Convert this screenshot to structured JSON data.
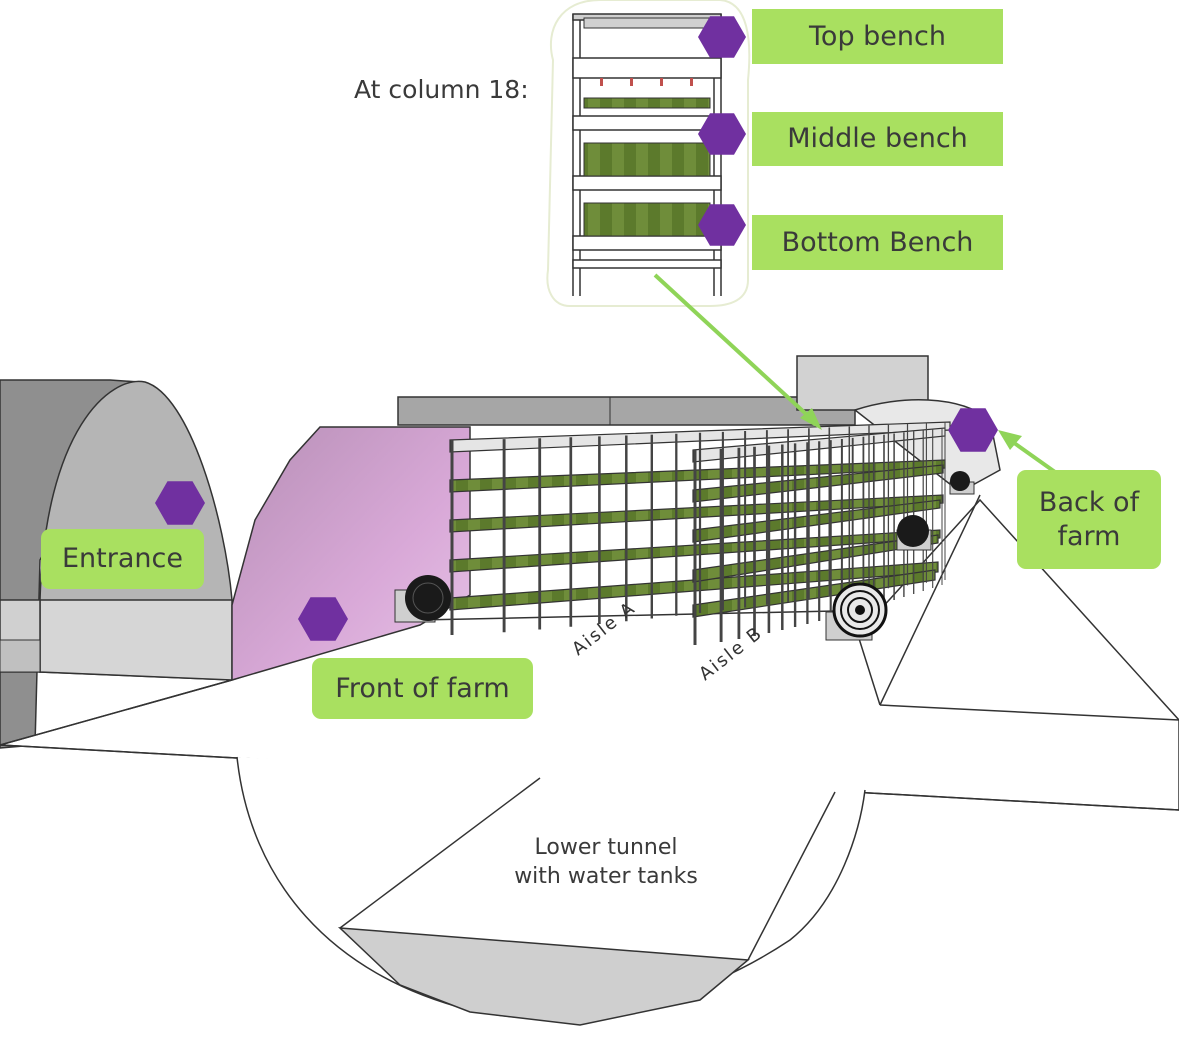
{
  "colors": {
    "label_bg": "#a9e060",
    "marker": "#7030a0",
    "tunnel_gray": "#c8c8c8",
    "front_wall": "#c79ac6",
    "bench_green": "#5f7f2f",
    "leader_line": "#8fd458"
  },
  "rack_inset": {
    "caption": "At column 18:",
    "benches": [
      {
        "label": "Top bench"
      },
      {
        "label": "Middle bench"
      },
      {
        "label": "Bottom Bench"
      }
    ]
  },
  "locations": {
    "entrance": "Entrance",
    "front": "Front of farm",
    "back_line1": "Back of",
    "back_line2": "farm",
    "aisle_a": "Aisle A",
    "aisle_b": "Aisle B",
    "lower_tunnel_line1": "Lower tunnel",
    "lower_tunnel_line2": "with water tanks"
  },
  "icons": [
    "hexagon-marker-icon",
    "ventilation-fan-icon"
  ]
}
